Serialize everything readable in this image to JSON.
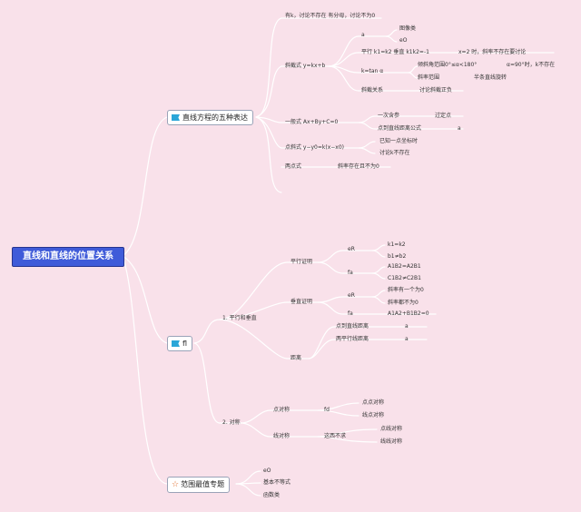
{
  "root": "直线和直线的位置关系",
  "branches": {
    "forms": "直线方程的五种表达",
    "position": "fl",
    "extreme": "范围最值专题"
  },
  "forms": {
    "note": "有k，讨论不存在 有分母，讨论不为0",
    "slope_intercept": "斜截式 y=kx+b",
    "a": "a",
    "image_class": "图像类",
    "eO": "eO",
    "parallel": "平行 k1=k2 垂直 k1k2=-1",
    "x2_note": "x=2 时，斜率不存在要讨论",
    "k_tan": "k=tan α",
    "incl_range": "倾斜角范围0°≤α<180°",
    "alpha90": "α=90°时，k不存在",
    "slope_range": "斜率范围",
    "half_line": "半条直线旋转",
    "slope_rel": "斜截关系",
    "discuss_sign": "讨论斜截正负",
    "general": "一般式 Ax+By+C=0",
    "coefficient": "一次含参",
    "fixed_point": "过定点",
    "dist_formula": "点到直线距离公式",
    "dist_a": "a",
    "point_slope": "点斜式 y−y0=k(x−x0)",
    "known_point": "已知一点坐标时",
    "discuss_k": "讨论k不存在",
    "two_point": "两点式",
    "two_point_note": "斜率存在且不为0"
  },
  "position": {
    "pp": "1. 平行和垂直",
    "par_proof": "平行证明",
    "eR1": "eR",
    "k1k2": "k1=k2",
    "b1b2": "b1≠b2",
    "fa1": "fa",
    "a1b2": "A1B2=A2B1",
    "c1b2": "C1B2≠C2B1",
    "perp_proof": "垂直证明",
    "eR2": "eR",
    "one_zero": "斜率有一个为0",
    "not_zero": "斜率都不为0",
    "fa2": "fa",
    "a1a2": "A1A2+B1B2=0",
    "distance": "距离",
    "pt_line": "点到直线距离",
    "pt_a": "a",
    "two_par": "两平行线距离",
    "par_a": "a",
    "sym": "2. 对称",
    "point_sym": "点对称",
    "fd": "fd",
    "pp_sym": "点点对称",
    "lp_sym": "线点对称",
    "line_sym": "线对称",
    "rotate": "这西不求",
    "pl_sym": "点线对称",
    "ll_sym": "线线对称"
  },
  "extreme": {
    "eO": "eO",
    "ineq": "基本不等式",
    "func": "函数类"
  }
}
